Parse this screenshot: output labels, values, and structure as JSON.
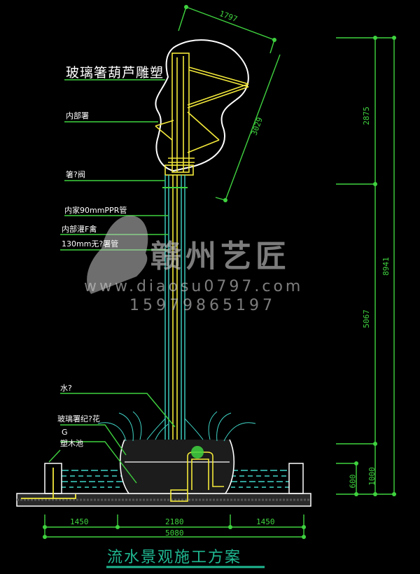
{
  "drawing": {
    "title": "流水景观施工方案",
    "background": "#000000",
    "colors": {
      "dimension": "#3fd23f",
      "structure": "#f2e83a",
      "outline": "#ffffff",
      "water": "#40d6c8",
      "title": "#1fb891"
    }
  },
  "labels": [
    {
      "id": "glass-gourd-sculpture",
      "text": "玻璃箸葫芦雕塑"
    },
    {
      "id": "inner-pipe",
      "text": "内部署"
    },
    {
      "id": "pipe-ring",
      "text": "箸?阀"
    },
    {
      "id": "inner-90mm-ppr-pipe",
      "text": "内家90mmPPR管"
    },
    {
      "id": "inner-nozzle",
      "text": "内部灌F禽"
    },
    {
      "id": "seamless-130mm-pipe",
      "text": "130mm无?署管"
    },
    {
      "id": "water",
      "text": "水?"
    },
    {
      "id": "glass-flower",
      "text": "玻璃署纪?花"
    },
    {
      "id": "g",
      "text": "G"
    },
    {
      "id": "plastic-pool",
      "text": "塑木池"
    }
  ],
  "dimensions": {
    "top_width": "1797",
    "diagonal_height": "3029",
    "right_upper": "2875",
    "right_middle": "5067",
    "right_total": "8941",
    "right_base_1000": "1000",
    "right_base_600": "600",
    "bottom_left": "1450",
    "bottom_middle": "2180",
    "bottom_right": "1450",
    "bottom_total": "5080"
  },
  "watermark": {
    "brand": "赣州艺匠",
    "url": "www.diaosu0797.com",
    "phone": "15979865197"
  }
}
